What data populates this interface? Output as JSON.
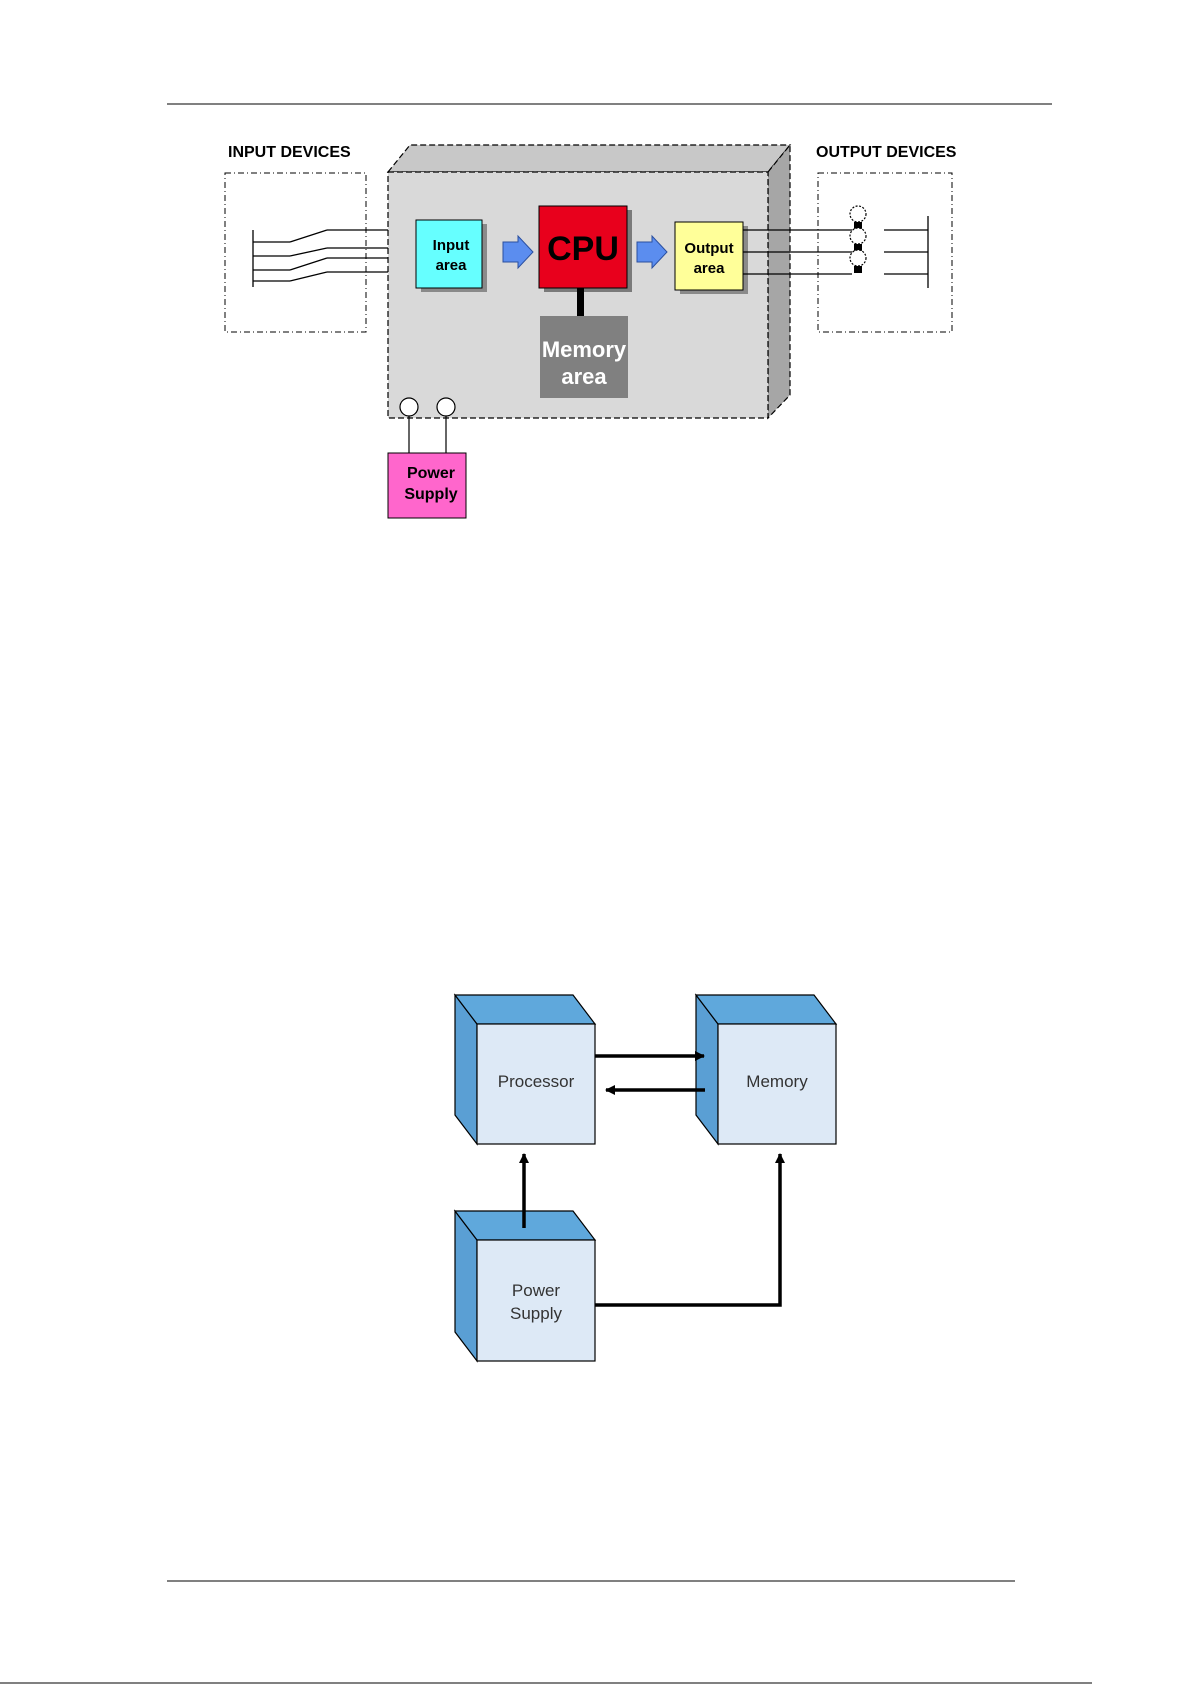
{
  "plc_diagram": {
    "input_devices_label": "INPUT DEVICES",
    "output_devices_label": "OUTPUT DEVICES",
    "input_area": {
      "line1": "Input",
      "line2": "area"
    },
    "cpu_label": "CPU",
    "output_area": {
      "line1": "Output",
      "line2": "area"
    },
    "memory_area": {
      "line1": "Memory",
      "line2": "area"
    },
    "power_supply": {
      "line1": "Power",
      "line2": "Supply"
    },
    "colors": {
      "input_area": "#66ffff",
      "cpu": "#e8001c",
      "output_area": "#ffff99",
      "memory_area": "#808080",
      "power_supply": "#ff66cc",
      "arrow": "#5b8def",
      "housing": "#d9d9d9"
    }
  },
  "computer_diagram": {
    "processor_label": "Processor",
    "memory_label": "Memory",
    "power_supply": {
      "line1": "Power",
      "line2": "Supply"
    },
    "colors": {
      "box_front": "#dde9f6",
      "box_side": "#5a9fd4",
      "box_top": "#5fa8dc"
    }
  }
}
